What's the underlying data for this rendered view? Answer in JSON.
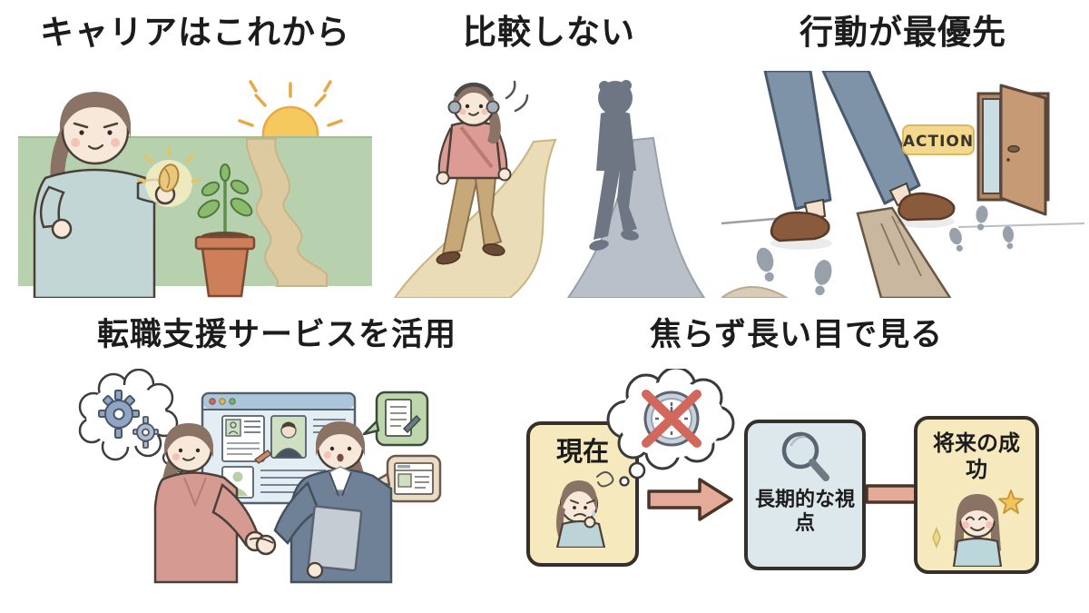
{
  "page": {
    "background": "#ffffff"
  },
  "panels": {
    "career": {
      "title": "キャリアはこれから"
    },
    "compare": {
      "title": "比較しない"
    },
    "action": {
      "title": "行動が最優先",
      "sign_label": "ACTION"
    },
    "support": {
      "title": "転職支援サービスを活用"
    },
    "longview": {
      "title": "焦らず長い目で見る",
      "steps": [
        {
          "label": "現在"
        },
        {
          "label": "長期的な視点"
        },
        {
          "label": "将来の成功"
        }
      ]
    }
  },
  "icons": {
    "no_rush": "clock-x-icon",
    "long_term": "magnifier-icon",
    "success": "star-icon",
    "thinking": "gear-icon",
    "resume": "document-icon",
    "job_site": "browser-icon",
    "flow": "arrow-right-icon"
  },
  "colors": {
    "title_text": "#1c1c1c",
    "flow_box_cream": "#f5e9bd",
    "flow_box_blue": "#dde8ec",
    "flow_box_border": "#35302a",
    "arrow_fill": "#e5ab9a",
    "arrow_outline": "#4d3428",
    "action_sign_bg": "#f3d88e",
    "cross_red": "#d2685c",
    "field_green": "#b7d0ae",
    "path_tan": "#e9dcb6",
    "path_gray": "#b9c0ca",
    "sun_yellow": "#f6c95e"
  }
}
